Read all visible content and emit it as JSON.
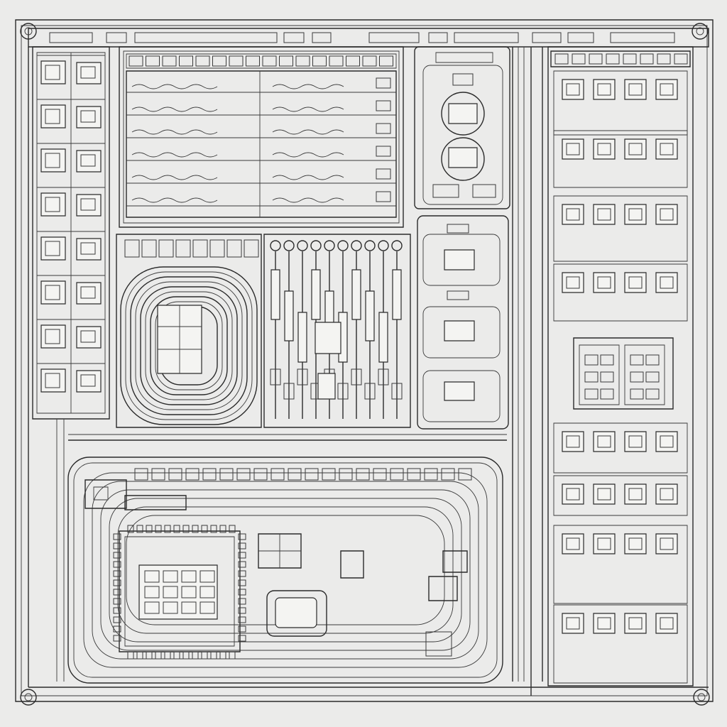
{
  "drawing": {
    "ink_color": "#2b2b2b",
    "paper_color": "#ebebea",
    "style": "monochrome line illustration, no legible text"
  },
  "regions": {
    "left_column": {
      "rows": 8,
      "cells_per_row": 2
    },
    "table_panel": {
      "columns": 2,
      "rows": 6
    },
    "component_bank": {
      "count": 10
    },
    "right_column": {
      "blocks": 7
    }
  }
}
